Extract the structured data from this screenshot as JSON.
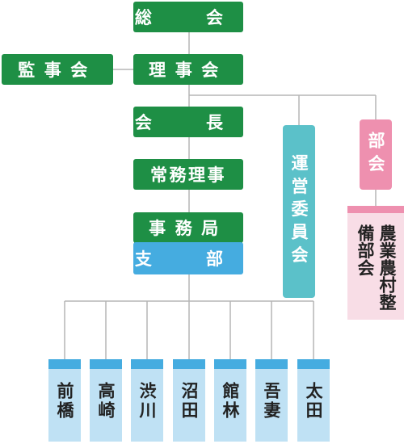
{
  "org": {
    "general_assembly": "総　会",
    "auditors": "監事会",
    "board": "理事会",
    "president": "会　長",
    "executive_director": "常務理事",
    "secretariat": "事務局",
    "branch_office": "支　部",
    "steering_committee": "運営委員会",
    "department": "部会",
    "farmland_division": "農業農村整備部会"
  },
  "branches": [
    "前橋",
    "高崎",
    "渋川",
    "沼田",
    "館林",
    "吾妻",
    "太田"
  ],
  "colors": {
    "governance_green": "#1e8f45",
    "branch_blue": "#45ace0",
    "branch_light_blue": "#bfe1f4",
    "committee_teal": "#5bc1c9",
    "department_pink": "#ee90af",
    "department_light_pink": "#f8dde6",
    "connector_gray": "#b5b5b5"
  }
}
